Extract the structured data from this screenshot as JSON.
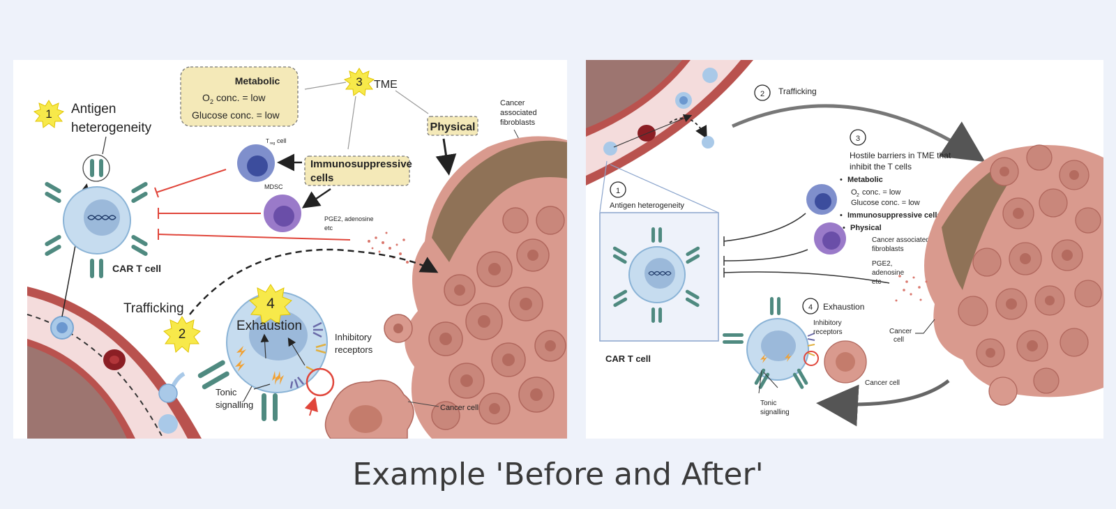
{
  "caption": "Example 'Before and After'",
  "before": {
    "antigen": {
      "num": "1",
      "label1": "Antigen",
      "label2": "heterogeneity"
    },
    "tme": {
      "num": "3",
      "label": "TME"
    },
    "metabolic": {
      "title": "Metabolic",
      "o2": "conc. = low",
      "glucose": "Glucose conc. = low"
    },
    "physical": "Physical",
    "immuno": {
      "line1": "Immunosuppressive",
      "line2": "cells"
    },
    "treg": "cell",
    "mdsc": "MDSC",
    "caf": [
      "Cancer",
      "associated",
      "fibroblasts"
    ],
    "pge2": [
      "PGE2, adenosine",
      "etc"
    ],
    "cart": "CAR T cell",
    "trafficking": {
      "num": "2",
      "label": "Trafficking"
    },
    "exhaustion": {
      "num": "4",
      "label": "Exhaustion"
    },
    "inhibitory": [
      "Inhibitory",
      "receptors"
    ],
    "tonic": [
      "Tonic",
      "signalling"
    ],
    "cancer_cell": "Cancer cell"
  },
  "after": {
    "trafficking": {
      "num": "2",
      "label": "Trafficking"
    },
    "hostile": {
      "num": "3",
      "line1": "Hostile barriers in TME that",
      "line2": "inhibit the T cells"
    },
    "bullets": {
      "metabolic": "Metabolic",
      "o2": "conc. = low",
      "glucose": "Glucose conc. = low",
      "immuno": "Immunosuppressive cells",
      "physical": "Physical",
      "caf": [
        "Cancer associated",
        "fibroblasts"
      ],
      "pge2": [
        "PGE2,",
        "adenosine",
        "etc"
      ]
    },
    "antigen": {
      "num": "1",
      "label": "Antigen heterogeneity"
    },
    "cart": "CAR T cell",
    "exhaustion": {
      "num": "4",
      "label": "Exhaustion"
    },
    "inhibitory": [
      "Inhibitory",
      "receptors"
    ],
    "cancer_cell_label": [
      "Cancer",
      "cell"
    ],
    "cancer_cell": "Cancer cell",
    "tonic": [
      "Tonic",
      "signalling"
    ]
  }
}
